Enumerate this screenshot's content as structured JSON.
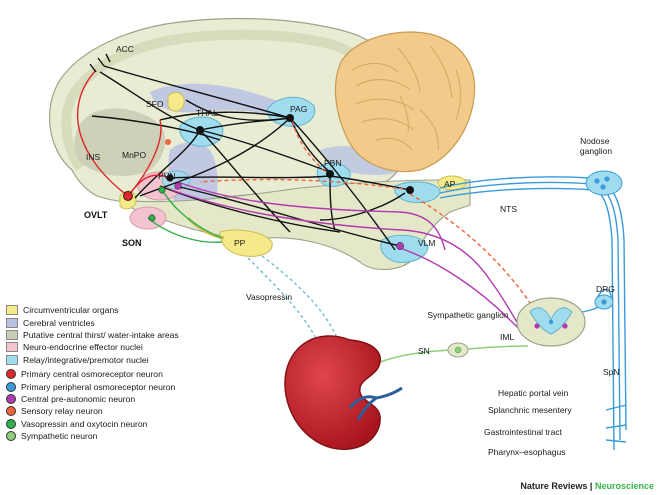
{
  "regions": {
    "acc": "ACC",
    "sfo": "SFO",
    "thal": "THAL",
    "pag": "PAG",
    "ins": "INS",
    "mnpo": "MnPO",
    "pbn": "PBN",
    "pvn": "PVN",
    "ap": "AP",
    "nts": "NTS",
    "ovlt": "OVLT",
    "son": "SON",
    "pp": "PP",
    "vlm": "VLM"
  },
  "periphery": {
    "nodose": "Nodose ganglion",
    "vasopressin": "Vasopressin",
    "sympathetic_ganglion": "Sympathetic ganglion",
    "sn": "SN",
    "iml": "IML",
    "drg": "DRG",
    "spn": "SpN",
    "targets": [
      "Hepatic portal vein",
      "Splanchnic mesentery",
      "Gastrointestinal tract",
      "Pharynx–esophagus"
    ]
  },
  "legend": {
    "areas": [
      {
        "label": "Circumventricular organs",
        "color": "#f5ea8a"
      },
      {
        "label": "Cerebral ventricles",
        "color": "#b9c3e4"
      },
      {
        "label": "Putative central thirst/ water-intake areas",
        "color": "#c9ccb4"
      },
      {
        "label": "Neuro-endocrine effector nuclei",
        "color": "#f3c3cf"
      },
      {
        "label": "Relay/integrative/premotor nuclei",
        "color": "#9fdcee"
      }
    ],
    "neurons": [
      {
        "label": "Primary central osmoreceptor neuron",
        "color": "#e0252b"
      },
      {
        "label": "Primary peripheral osmoreceptor neuron",
        "color": "#3a9ad9"
      },
      {
        "label": "Central pre-autonomic neuron",
        "color": "#b23ab0"
      },
      {
        "label": "Sensory relay neuron",
        "color": "#f0623a"
      },
      {
        "label": "Vasopressin and oxytocin neuron",
        "color": "#2fb04a"
      },
      {
        "label": "Sympathetic neuron",
        "color": "#8fcf7a"
      }
    ]
  },
  "credit": {
    "journal": "Nature Reviews",
    "separator": "|",
    "section": "Neuroscience"
  }
}
